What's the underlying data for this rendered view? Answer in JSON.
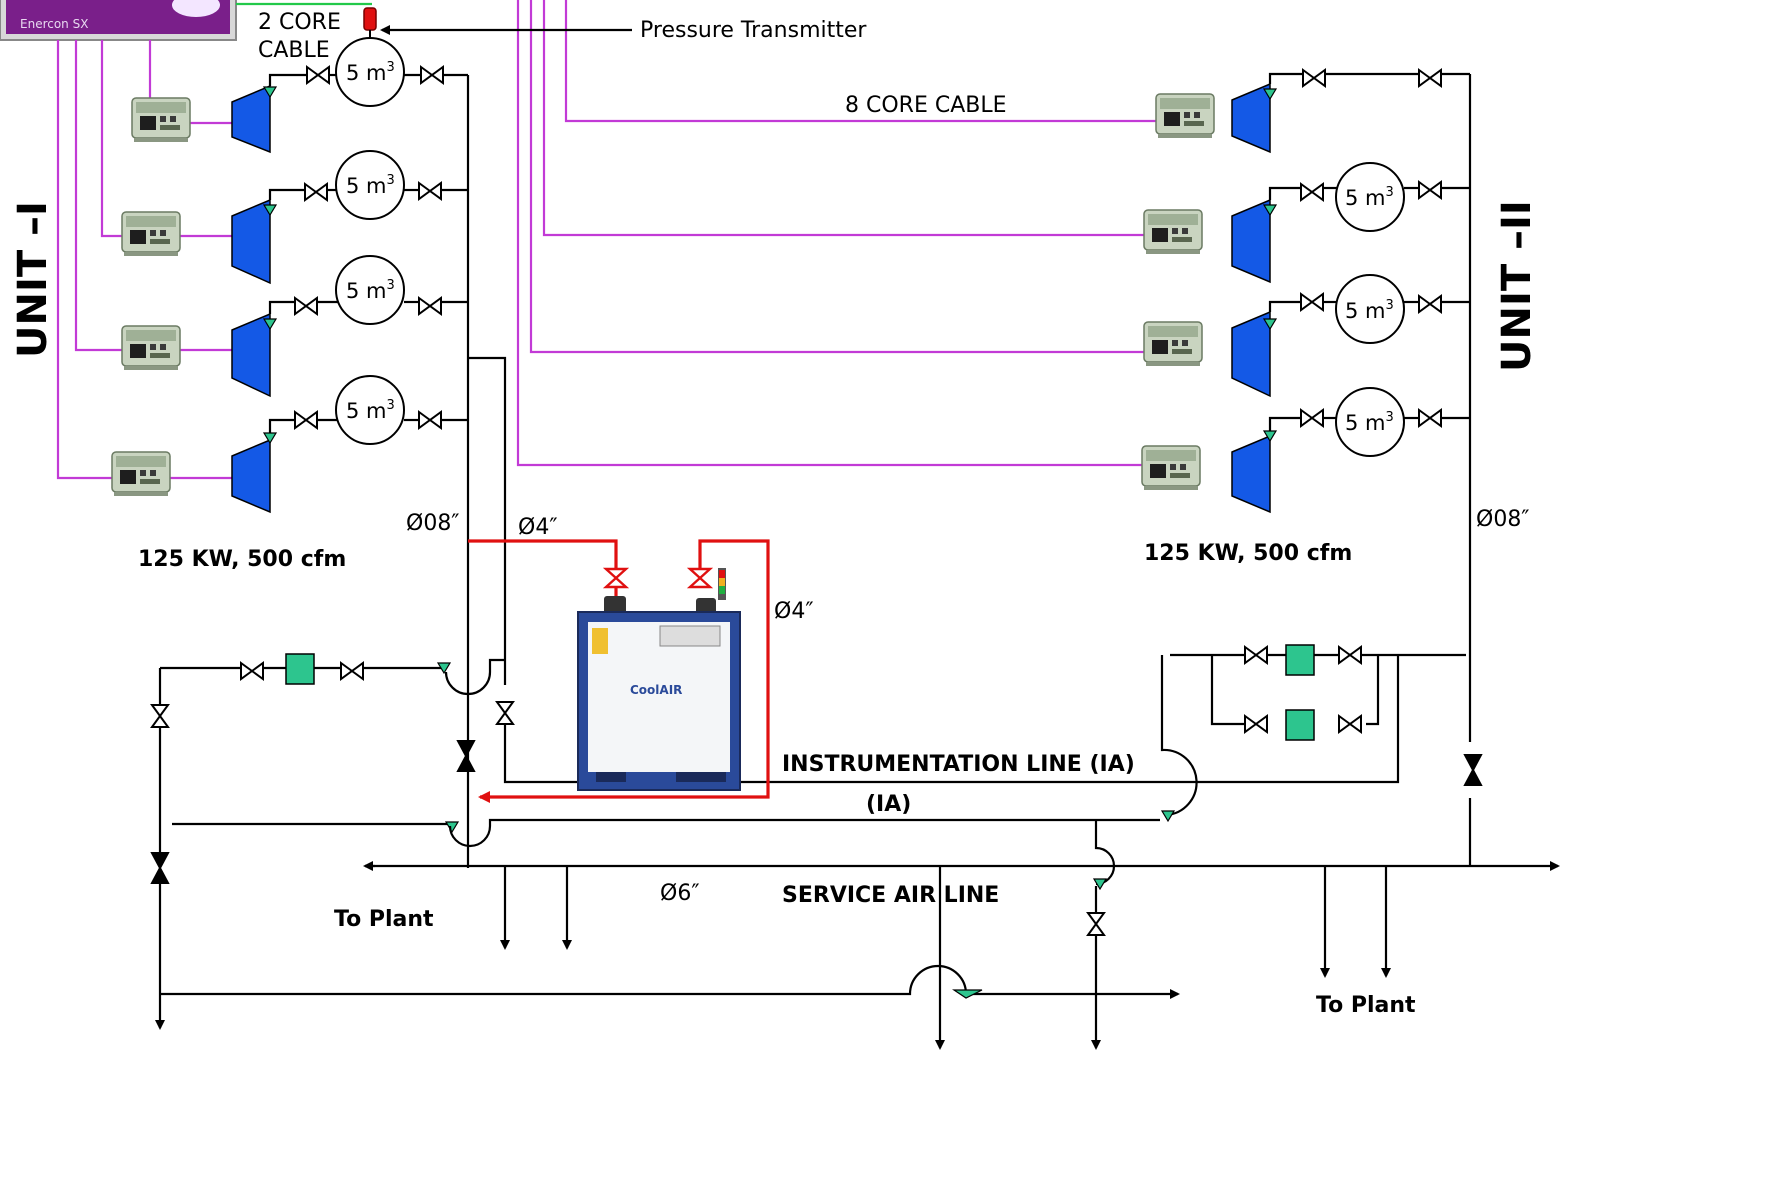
{
  "controller": {
    "brand_label": "Enercon SX"
  },
  "units": {
    "left": "UNIT –I",
    "right": "UNIT –II"
  },
  "cables": {
    "two_core_line1": "2 CORE",
    "two_core_line2": "CABLE",
    "eight_core": "8 CORE CABLE"
  },
  "pressure_transmitter": "Pressure Transmitter",
  "receivers": {
    "volume": "5 m",
    "exponent": "3"
  },
  "compressor_rating": "125 KW, 500 cfm",
  "pipe_sizes": {
    "dia_8": "Ø08″",
    "dia_4": "Ø4″",
    "dia_6": "Ø6″"
  },
  "lines": {
    "instrumentation": "INSTRUMENTATION LINE (IA)",
    "ia": "(IA)",
    "service_air": "SERVICE AIR LINE"
  },
  "to_plant": "To Plant",
  "dryer": {
    "brand_label": "CoolAIR"
  },
  "colors": {
    "signal_cable": "#c23ad6",
    "hot_air_line": "#e01010",
    "compressor": "#1459e6",
    "filter": "#2dc58e",
    "panel": "#7a1f8a"
  }
}
